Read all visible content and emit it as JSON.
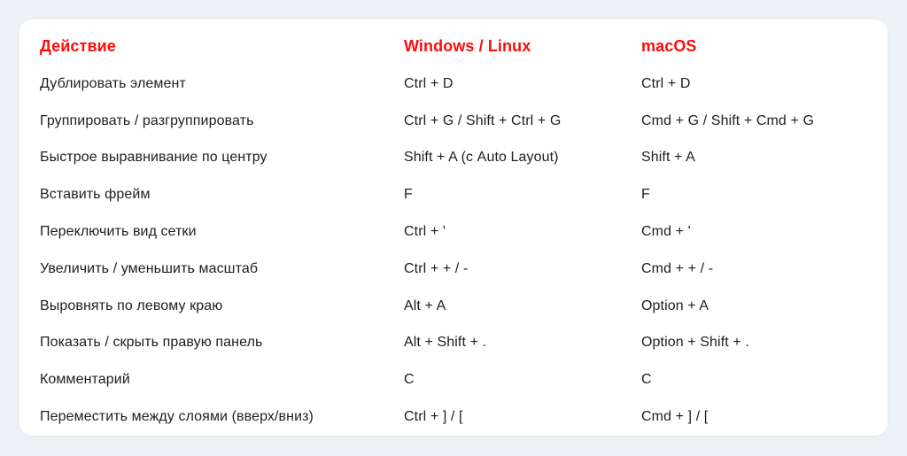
{
  "colors": {
    "page_background": "#EDF0F4",
    "card_background": "#FFFFFF",
    "header_red": "#F90D0D",
    "body_text": "#1E1E1E"
  },
  "table": {
    "headers": {
      "action": "Действие",
      "windows": "Windows / Linux",
      "macos": "macOS"
    },
    "rows": [
      {
        "action": "Дублировать элемент",
        "windows": "Ctrl + D",
        "macos": "Ctrl + D"
      },
      {
        "action": "Группировать / разгруппировать",
        "windows": "Ctrl + G / Shift + Ctrl + G",
        "macos": "Cmd + G / Shift + Cmd + G"
      },
      {
        "action": "Быстрое выравнивание по центру",
        "windows": "Shift + A (с Auto Layout)",
        "macos": "Shift + A"
      },
      {
        "action": "Вставить фрейм",
        "windows": "F",
        "macos": "F"
      },
      {
        "action": "Переключить вид сетки",
        "windows": "Ctrl + '",
        "macos": "Cmd + '"
      },
      {
        "action": "Увеличить / уменьшить масштаб",
        "windows": "Ctrl + + / -",
        "macos": "Cmd + + / -"
      },
      {
        "action": "Выровнять по левому краю",
        "windows": "Alt + A",
        "macos": "Option + A"
      },
      {
        "action": "Показать / скрыть правую панель",
        "windows": "Alt + Shift + .",
        "macos": "Option + Shift + ."
      },
      {
        "action": "Комментарий",
        "windows": "C",
        "macos": "C"
      },
      {
        "action": "Переместить между слоями (вверх/вниз)",
        "windows": "Ctrl + ] / [",
        "macos": "Cmd + ] / ["
      }
    ]
  }
}
